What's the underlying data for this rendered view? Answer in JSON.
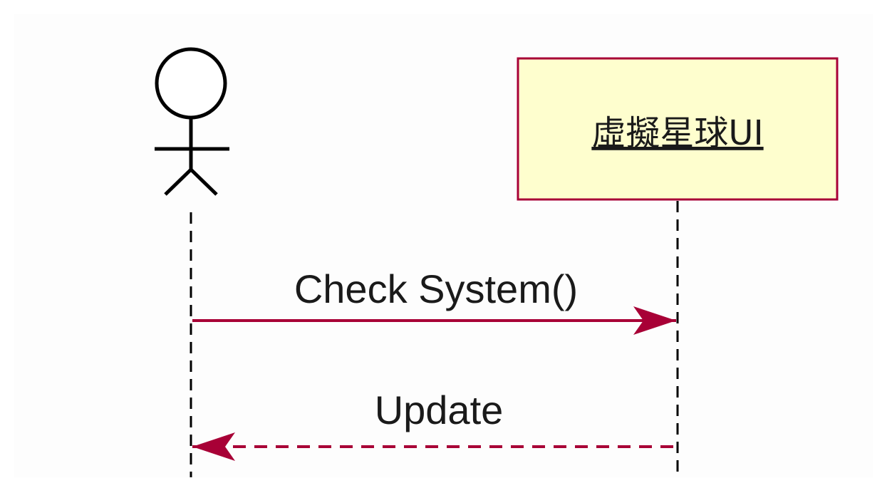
{
  "actor": {
    "icon": "stick-figure-icon"
  },
  "participant": {
    "label": "虛擬星球UI"
  },
  "messages": [
    {
      "label": "Check System()",
      "kind": "sync"
    },
    {
      "label": "Update",
      "kind": "return"
    }
  ],
  "colors": {
    "background": "#fdfdfd",
    "line": "#000000",
    "arrow": "#a80036",
    "participant_fill": "#fefece",
    "participant_border": "#a80036",
    "text": "#1a1a1a"
  }
}
